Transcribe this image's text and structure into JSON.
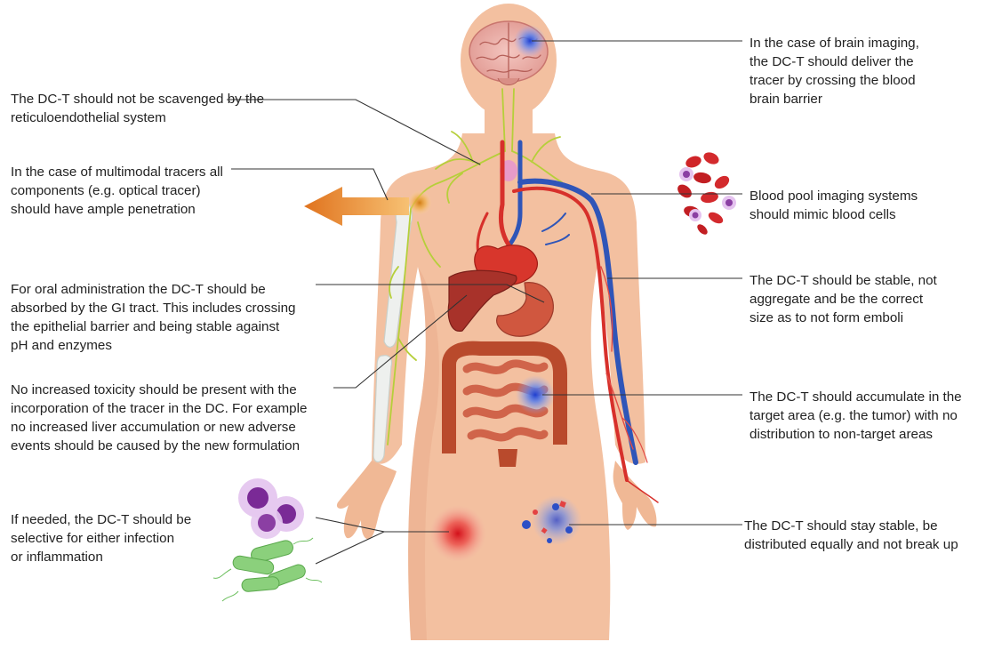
{
  "annotations": {
    "brain": "In the case of brain imaging,\nthe DC-T should deliver the\ntracer by crossing the blood\nbrain barrier",
    "res": "The DC-T should not be scavenged by the\nreticuloendothelial system",
    "multimodal": "In the case of multimodal tracers all\ncomponents (e.g. optical tracer)\nshould have ample penetration",
    "blood_pool": "Blood pool imaging systems\nshould mimic blood cells",
    "oral": "For oral administration the DC-T should be\nabsorbed by the GI tract. This includes crossing\nthe epithelial barrier and being stable against\npH and enzymes",
    "stable": "The DC-T should be stable, not\naggregate and be the correct\nsize as to not form emboli",
    "toxicity": "No increased toxicity should be present with the\nincorporation of the tracer in the DC. For example\nno increased liver accumulation or new adverse\nevents should be caused by the new formulation",
    "accumulate": "The DC-T should accumulate in the\ntarget area (e.g. the tumor) with no\ndistribution to non-target areas",
    "selective": "If needed, the DC-T should be\nselective for either infection\nor inflammation",
    "distribution": "The DC-T should stay stable, be\ndistributed equally and not break up"
  },
  "colors": {
    "skin": "#f3c0a0",
    "skin_shadow": "#e9a987",
    "artery": "#d7302b",
    "vein": "#2f55b8",
    "nerve": "#b6cf3a",
    "organ": "#c9452d",
    "glow_blue": "#3c6fe8",
    "glow_red": "#e8262a",
    "arrow": "#e88a2a",
    "macrophage": "#8b3fa3",
    "bacteria": "#7cc970",
    "leader_line": "#333333"
  }
}
